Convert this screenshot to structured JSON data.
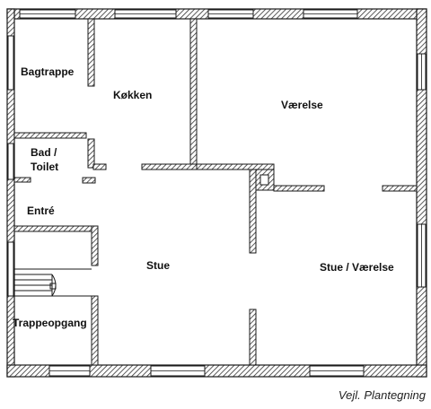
{
  "plan": {
    "caption": "Vejl. Plantegning",
    "rooms": {
      "bagtrappe": "Bagtrappe",
      "koekken": "Køkken",
      "vaerelse": "Værelse",
      "bad_line1": "Bad /",
      "bad_line2": "Toilet",
      "entre": "Entré",
      "stue": "Stue",
      "stue_vaerelse": "Stue / Værelse",
      "trappeopgang": "Trappeopgang"
    },
    "colors": {
      "wall": "#1a1a1a",
      "hatch": "#444444",
      "window": "#ffffff"
    }
  }
}
